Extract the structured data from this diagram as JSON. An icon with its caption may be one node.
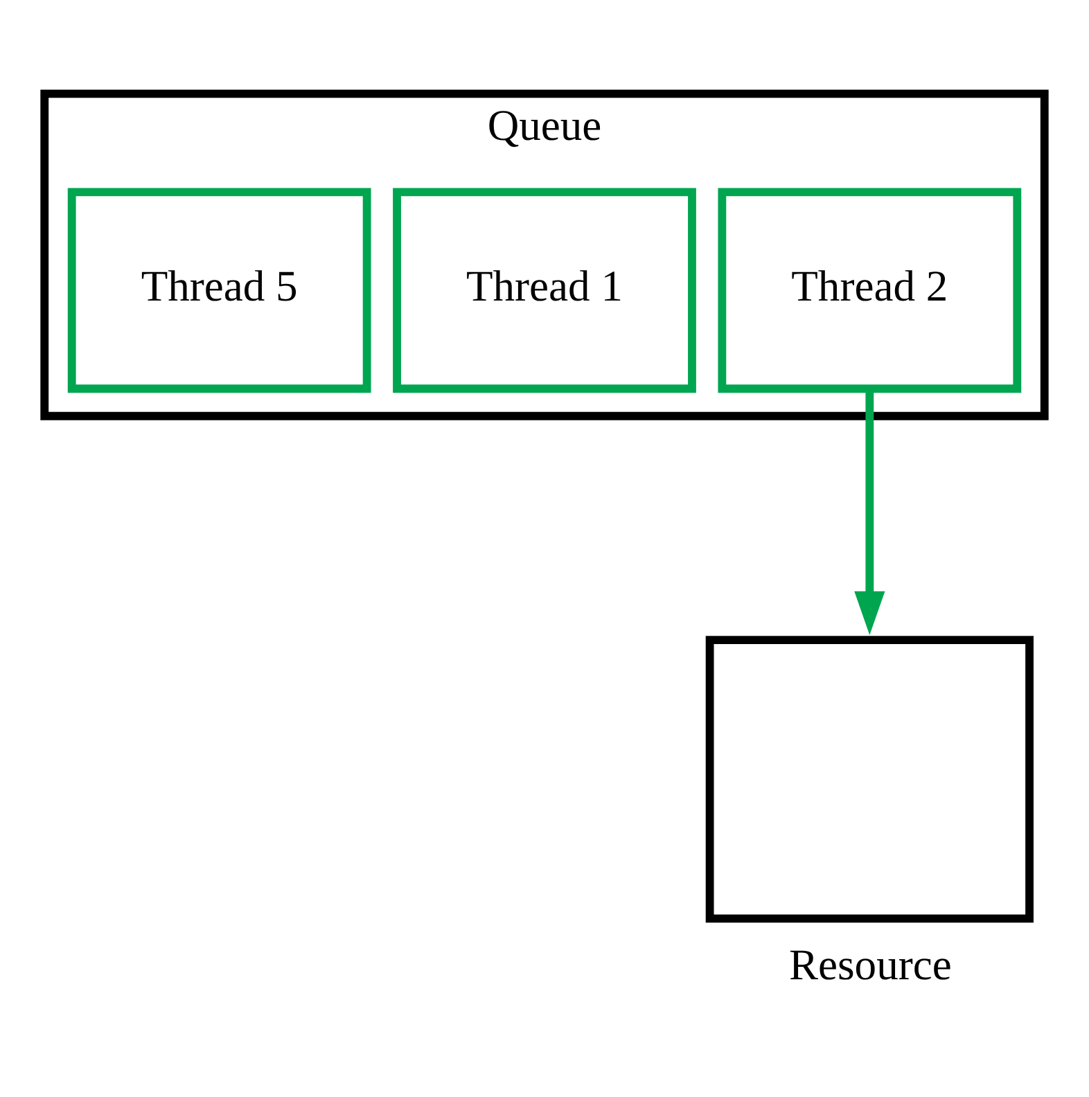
{
  "diagram": {
    "nodes": [
      {
        "text": [
          "Queue"
        ]
      },
      {
        "text": [
          "Thread 2"
        ],
        "in": 0
      },
      {
        "text": [
          "Thread 1"
        ],
        "in": 0
      },
      {
        "text": [
          "Thread 5"
        ],
        "in": 0
      },
      {
        "text": [
          "Resource"
        ]
      }
    ],
    "edges": [
      {
        "from": 1,
        "to": 4,
        "arrow": "to"
      }
    ]
  }
}
